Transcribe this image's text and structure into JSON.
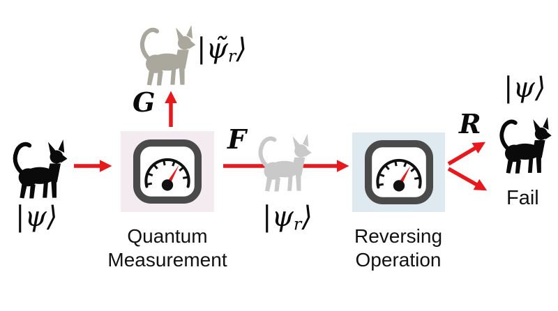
{
  "diagram": {
    "title_none": "",
    "states": {
      "input": "|ψ⟩",
      "recovered": {
        "pre": "|ψ̃",
        "sub": "r",
        "post": "⟩"
      },
      "post_measurement": {
        "pre": "|ψ",
        "sub": "r",
        "post": "⟩"
      },
      "output": "|ψ⟩",
      "fail": "Fail"
    },
    "operators": {
      "g": "G",
      "f": "F",
      "r": "R"
    },
    "boxes": {
      "quantum_measurement": {
        "line1": "Quantum",
        "line2": "Measurement"
      },
      "reversing_operation": {
        "line1": "Reversing",
        "line2": "Operation"
      }
    },
    "colors": {
      "arrow_red": "#e8191d",
      "cat_black": "#0a0a0a",
      "cat_gray_recovered": "#aaa89c",
      "cat_gray_measured": "#c9c9c9",
      "box_measurement_bg": "#f4ebf0",
      "box_reversing_bg": "#dfe9f0",
      "gauge_frame": "#4a4a4a",
      "gauge_face": "#ffffff",
      "gauge_needle": "#e8191d",
      "text": "#111111"
    }
  }
}
